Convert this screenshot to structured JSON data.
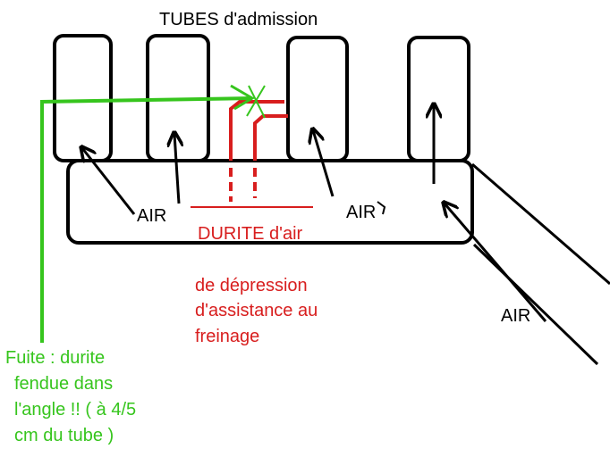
{
  "title": "TUBES d'admission",
  "labels": {
    "air_left": "AIR",
    "air_mid": "AIR",
    "air_right": "AIR",
    "hose_title": "DURITE d'air",
    "hose_desc": [
      "de dépression",
      "d'assistance au",
      "freinage"
    ],
    "leak_note": [
      "Fuite : durite",
      "fendue dans",
      "l'angle !! ( à 4/5",
      "cm du tube )"
    ]
  },
  "colors": {
    "outline": "#000000",
    "hose": "#d81e1e",
    "leak": "#36c51d"
  }
}
